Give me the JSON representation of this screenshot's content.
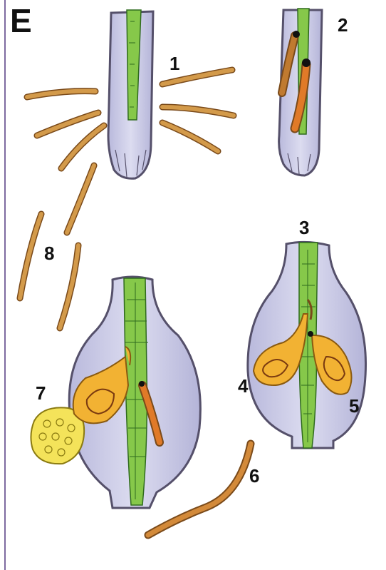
{
  "panel_label": "E",
  "stage_labels": [
    "1",
    "2",
    "3",
    "4",
    "5",
    "6",
    "7",
    "8"
  ],
  "colors": {
    "root_tissue": "#c9c9e6",
    "root_outline": "#55506a",
    "vascular": "#86c84a",
    "vascular_lines": "#2f6a1e",
    "nematode": "#c98a3a",
    "nematode_dark": "#7a4a1a",
    "female": "#f2b233",
    "egg_mass": "#f4e35a",
    "frame": "#7d6aa0"
  }
}
